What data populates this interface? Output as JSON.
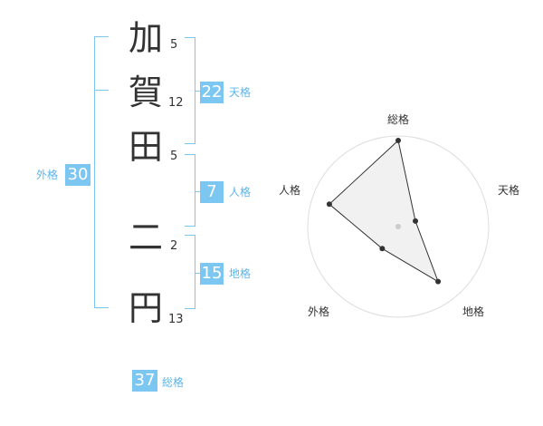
{
  "name": {
    "chars": [
      {
        "char": "加",
        "strokes": "5"
      },
      {
        "char": "賀",
        "strokes": "12"
      },
      {
        "char": "田",
        "strokes": "5"
      },
      {
        "char": "二",
        "strokes": "2"
      },
      {
        "char": "円",
        "strokes": "13"
      }
    ]
  },
  "scores": {
    "tenkaku": {
      "value": "22",
      "label": "天格"
    },
    "jinkaku": {
      "value": "7",
      "label": "人格"
    },
    "chikaku": {
      "value": "15",
      "label": "地格"
    },
    "gaikaku": {
      "value": "30",
      "label": "外格"
    },
    "soukaku": {
      "value": "37",
      "label": "総格"
    }
  },
  "radar": {
    "axes": [
      "総格",
      "天格",
      "地格",
      "外格",
      "人格"
    ],
    "levels": [
      0.95,
      0.2,
      0.75,
      0.3,
      0.8
    ],
    "fill_color": "#eeeeee",
    "line_color": "#333333"
  },
  "colors": {
    "accent": "#7cc7f2",
    "label": "#5bb5ea"
  }
}
